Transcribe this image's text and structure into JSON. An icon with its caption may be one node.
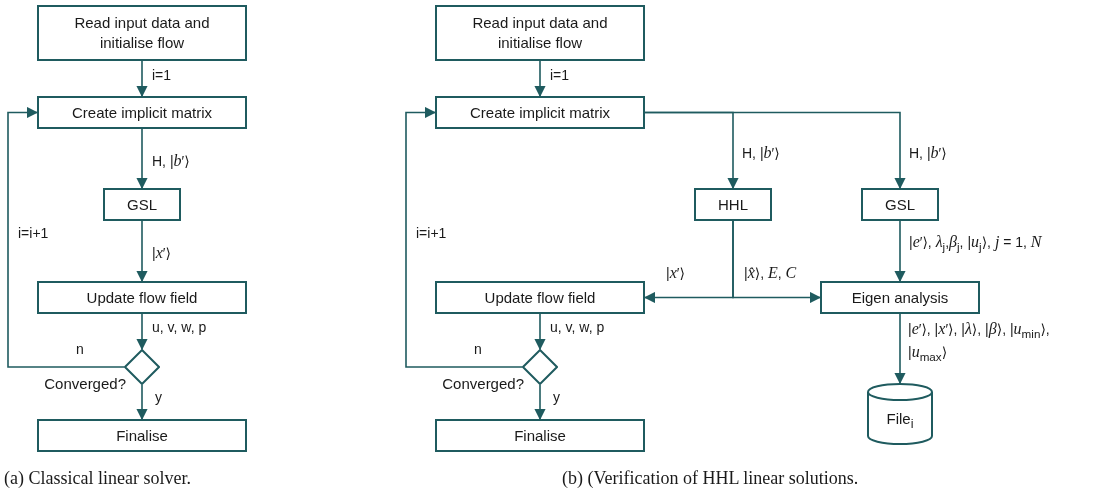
{
  "diagram": {
    "nodes": [
      {
        "text": [
          "Read input data and initialise flow"
        ]
      },
      {
        "text": [
          "Create implicit matrix"
        ]
      },
      {
        "text": [
          "GSL"
        ]
      },
      {
        "text": [
          "Update flow field"
        ]
      },
      {
        "text": [
          "Converged?"
        ]
      },
      {
        "text": [
          "Finalise"
        ]
      },
      {
        "text": [
          "Read input data and initialise flow"
        ]
      },
      {
        "text": [
          "Create implicit matrix"
        ]
      },
      {
        "text": [
          "HHL"
        ]
      },
      {
        "text": [
          "GSL"
        ]
      },
      {
        "text": [
          "Update flow field"
        ]
      },
      {
        "text": [
          "Converged?"
        ]
      },
      {
        "text": [
          "Finalise"
        ]
      },
      {
        "text": [
          "Eigen analysis"
        ]
      },
      {
        "text": [
          "File$_{i}$"
        ]
      }
    ],
    "edges": [
      {
        "from": 0,
        "to": 1,
        "arrow": "to",
        "label": "i=1"
      },
      {
        "from": 1,
        "to": 2,
        "arrow": "to",
        "label": "H, |*b*′⟩"
      },
      {
        "from": 2,
        "to": 3,
        "arrow": "to",
        "label": "|*x*′⟩"
      },
      {
        "from": 3,
        "to": 4,
        "arrow": "to",
        "label": "u, v, w, p"
      },
      {
        "from": 4,
        "to": 1,
        "arrow": "to",
        "label": "n"
      },
      {
        "from": 4,
        "to": 5,
        "arrow": "to",
        "label": "y"
      },
      {
        "from": 6,
        "to": 7,
        "arrow": "to",
        "label": "i=1"
      },
      {
        "from": 7,
        "to": 8,
        "arrow": "to",
        "label": "H, |*b*′⟩"
      },
      {
        "from": 7,
        "to": 9,
        "arrow": "to",
        "label": "H, |*b*′⟩"
      },
      {
        "from": 8,
        "to": 10,
        "arrow": "to",
        "label": "|*x*′⟩"
      },
      {
        "from": 8,
        "to": 13,
        "arrow": "to",
        "label": "|*x̂*⟩, *E*, *C*"
      },
      {
        "from": 9,
        "to": 13,
        "arrow": "to",
        "label": "|*e*′⟩, *λ*$_{j}$,*β*$_{j}$, |*u*$_{j}$⟩, *j* = 1, *N*"
      },
      {
        "from": 13,
        "to": 14,
        "arrow": "to",
        "label": "|*e*′⟩, |*x*′⟩, |*λ*⟩, |*β*⟩, |*u*$_{min}$⟩, |*u*$_{max}$⟩"
      },
      {
        "from": 10,
        "to": 11,
        "arrow": "to",
        "label": "u, v, w, p"
      },
      {
        "from": 11,
        "to": 7,
        "arrow": "to",
        "label": "n"
      },
      {
        "from": 11,
        "to": 12,
        "arrow": "to",
        "label": "y"
      }
    ],
    "labels": [
      "i=i+1",
      "i=i+1",
      "(a) Classical linear solver.",
      "(b) (Verification of HHL linear solutions."
    ]
  }
}
